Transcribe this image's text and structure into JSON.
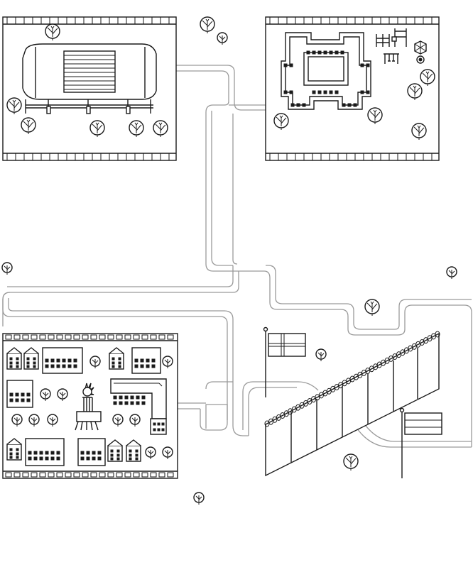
{
  "scene": {
    "blocks": [
      "stadium-block",
      "castle-block",
      "city-block",
      "wall-block"
    ],
    "flags": [
      "cross-flag",
      "striped-flag"
    ],
    "landmarks": [
      "stadium",
      "castle",
      "playground",
      "tv-tower",
      "border-wall",
      "barbed-wire"
    ],
    "icons": [
      "tree-icon",
      "flag-icon",
      "swing-icon",
      "climbing-frame-icon",
      "roundabout-icon"
    ],
    "colors": {
      "ink": "#1a1a1a",
      "road": "#9a9a9a",
      "background": "#ffffff"
    }
  }
}
